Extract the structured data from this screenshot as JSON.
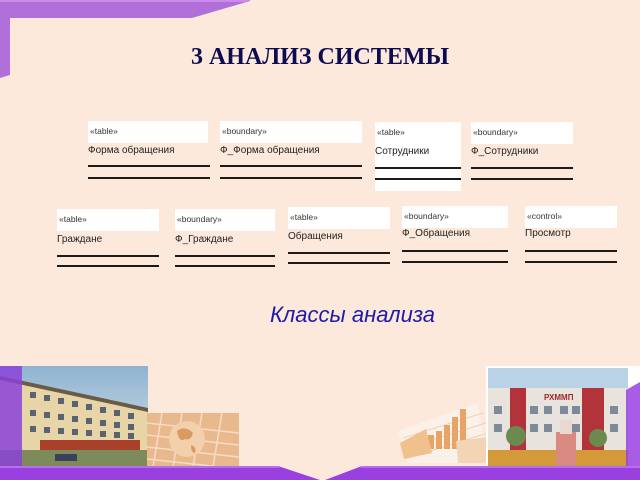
{
  "slide": {
    "title": "3 АНАЛИЗ СИСТЕМЫ",
    "caption": "Классы анализа",
    "colors": {
      "background": "#fde9db",
      "accent_purple": "#b06fd9",
      "bottom_purple": "#9a3fe0",
      "title": "#0d0b52",
      "caption": "#1c1aa8"
    }
  },
  "classes": [
    {
      "stereotype": "«table»",
      "name": "Форма обращения"
    },
    {
      "stereotype": "«boundary»",
      "name": "Ф_Форма обращения"
    },
    {
      "stereotype": "«table»",
      "name": "Сотрудники"
    },
    {
      "stereotype": "«boundary»",
      "name": "Ф_Сотрудники"
    },
    {
      "stereotype": "«table»",
      "name": "Граждане"
    },
    {
      "stereotype": "«boundary»",
      "name": "Ф_Граждане"
    },
    {
      "stereotype": "«table»",
      "name": "Обращения"
    },
    {
      "stereotype": "«boundary»",
      "name": "Ф_Обращения"
    },
    {
      "stereotype": "«control»",
      "name": "Просмотр"
    }
  ],
  "images": [
    {
      "label": "university-building-photo"
    },
    {
      "label": "globe-on-keyboard-image"
    },
    {
      "label": "bar-chart-documents-image"
    },
    {
      "label": "building-with-monument-photo",
      "sign_text": "РХММП"
    }
  ]
}
